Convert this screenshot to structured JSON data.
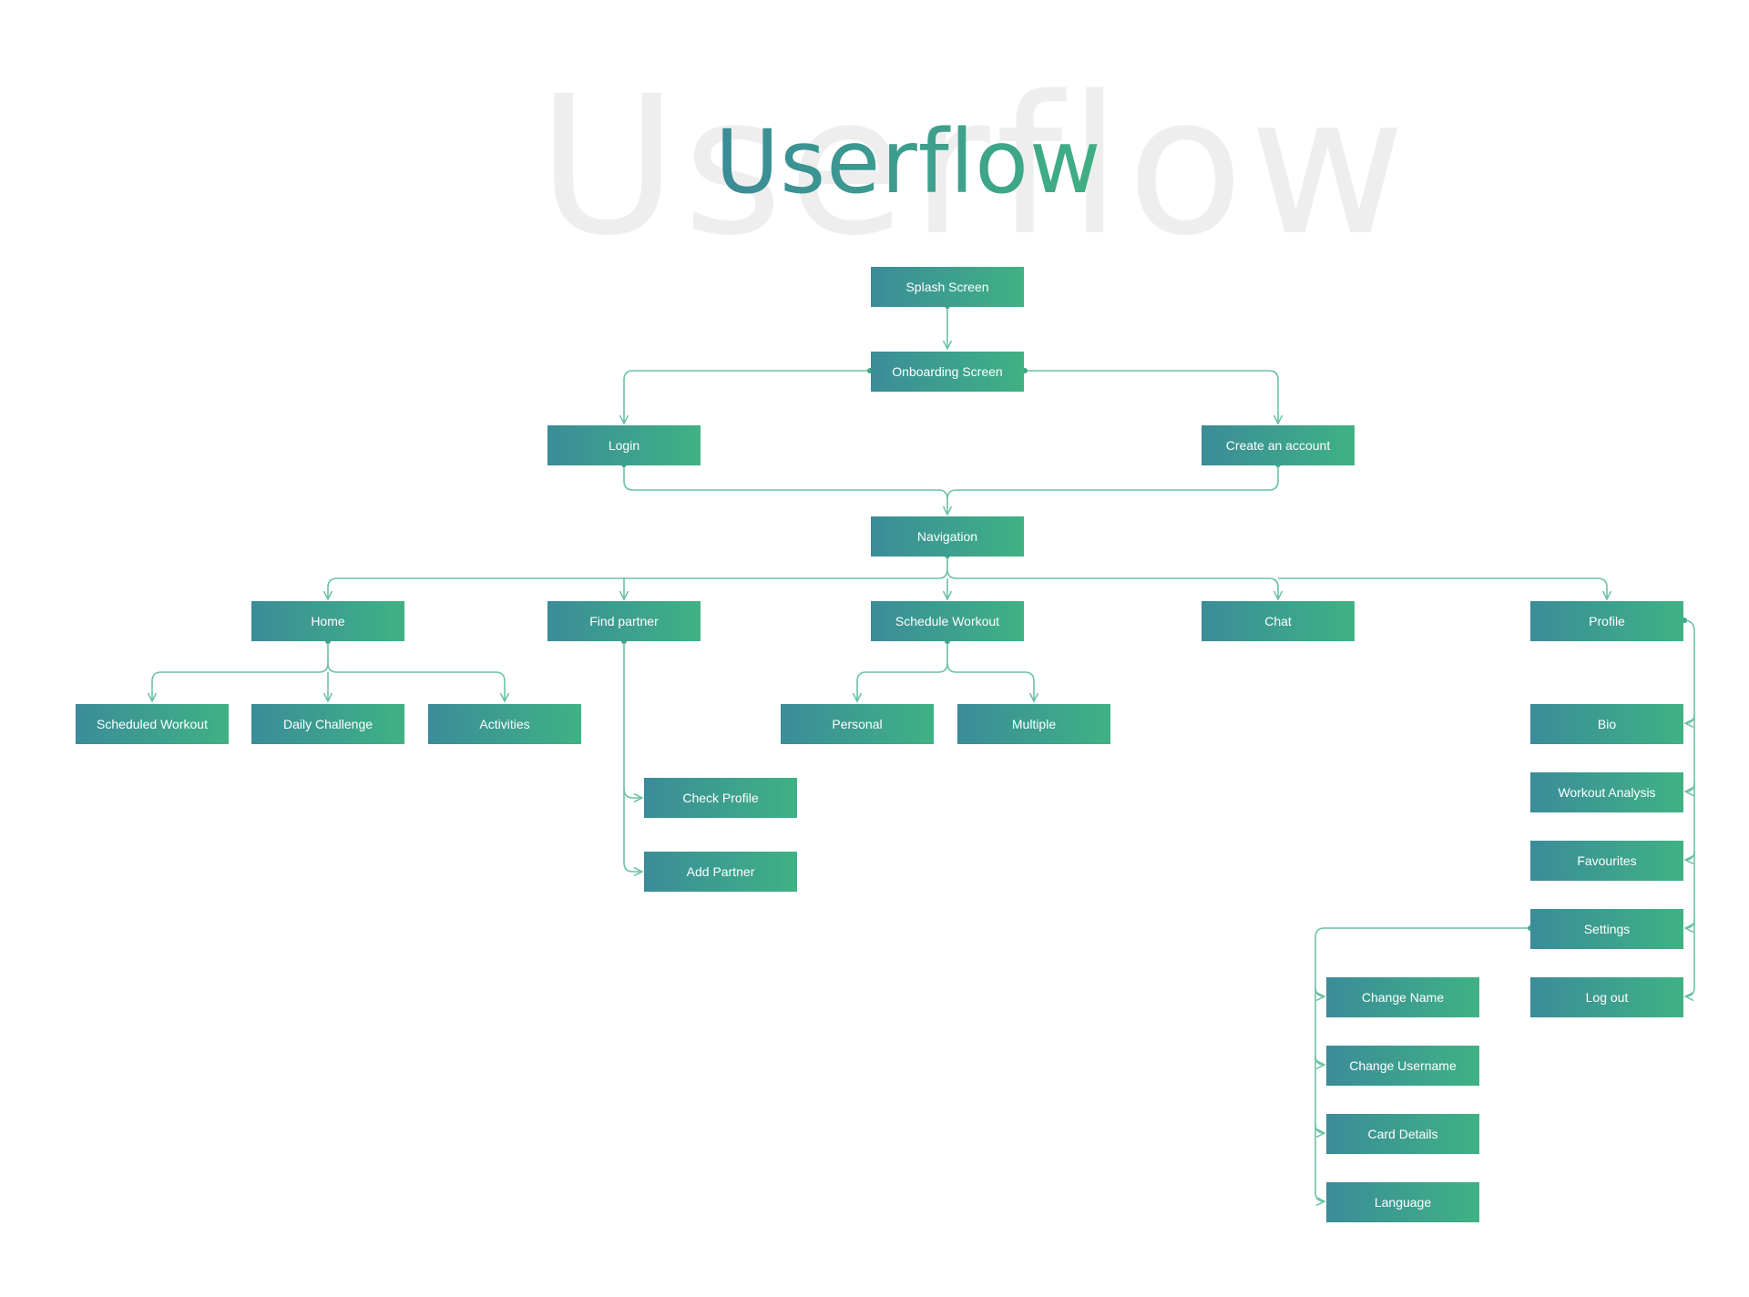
{
  "title": {
    "text": "Userflow",
    "watermark": "Userflow"
  },
  "colors": {
    "gradient_start": "#3b8c99",
    "gradient_end": "#3fb284",
    "connector": "#6cc2a5",
    "watermark": "#eeeeee"
  },
  "nodes": {
    "splash": "Splash Screen",
    "onboarding": "Onboarding Screen",
    "login": "Login",
    "create_account": "Create an account",
    "navigation": "Navigation",
    "home": "Home",
    "find_partner": "Find partner",
    "schedule_workout": "Schedule Workout",
    "chat": "Chat",
    "profile": "Profile",
    "scheduled_workout": "Scheduled Workout",
    "daily_challenge": "Daily Challenge",
    "activities": "Activities",
    "check_profile": "Check Profile",
    "add_partner": "Add Partner",
    "personal": "Personal",
    "multiple": "Multiple",
    "bio": "Bio",
    "workout_analysis": "Workout Analysis",
    "favourites": "Favourites",
    "settings": "Settings",
    "log_out": "Log out",
    "change_name": "Change Name",
    "change_username": "Change Username",
    "card_details": "Card Details",
    "language": "Language"
  }
}
